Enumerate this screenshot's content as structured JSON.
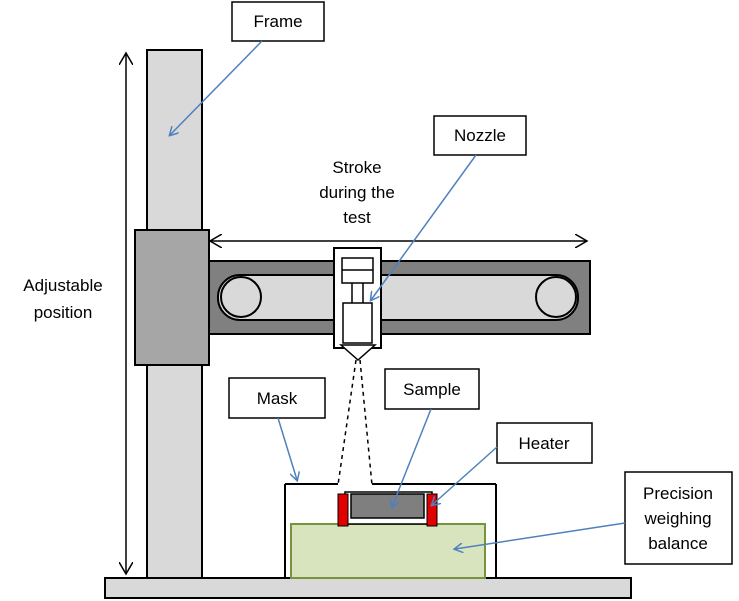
{
  "labels": {
    "frame": "Frame",
    "nozzle": "Nozzle",
    "stroke_line1": "Stroke",
    "stroke_line2": "during the",
    "stroke_line3": "test",
    "adjustable_line1": "Adjustable",
    "adjustable_line2": "position",
    "mask": "Mask",
    "sample": "Sample",
    "heater": "Heater",
    "balance_line1": "Precision",
    "balance_line2": "weighing",
    "balance_line3": "balance"
  },
  "colors": {
    "frame_gray": "#d9d9d9",
    "carriage_gray": "#a6a6a6",
    "belt_gray": "#808080",
    "balance_green": "#d7e4bd",
    "balance_border": "#77933c",
    "heater_red": "#e00000",
    "sample_gray": "#7f7f7f",
    "pointer_blue": "#4f81bd"
  }
}
